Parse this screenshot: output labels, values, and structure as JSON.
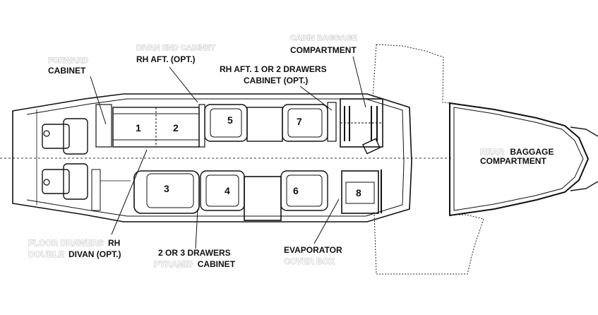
{
  "labels": {
    "forward_cabinet": [
      "FORWARD",
      "CABINET"
    ],
    "divan_end_cabinet": [
      "DIVAN END CABINET",
      "RH AFT. (OPT.)"
    ],
    "drawers_cabinet_rh": [
      "RH AFT. 1 OR 2 DRAWERS",
      "CABINET (OPT.)"
    ],
    "cabin_baggage": [
      "CABIN BAGGAGE",
      "COMPARTMENT"
    ],
    "rear_baggage": [
      "REAR",
      "BAGGAGE",
      "COMPARTMENT"
    ],
    "floor_drawers": [
      "FLOOR DRAWERS",
      "RH",
      "DOUBLE",
      "DIVAN (OPT.)"
    ],
    "pyramid_cabinet": [
      "2 OR 3 DRAWERS",
      "PYRAMID",
      "CABINET"
    ],
    "evaporator": [
      "EVAPORATOR",
      "COVER BOX"
    ]
  },
  "seats": [
    "1",
    "2",
    "3",
    "4",
    "5",
    "6",
    "7",
    "8"
  ]
}
